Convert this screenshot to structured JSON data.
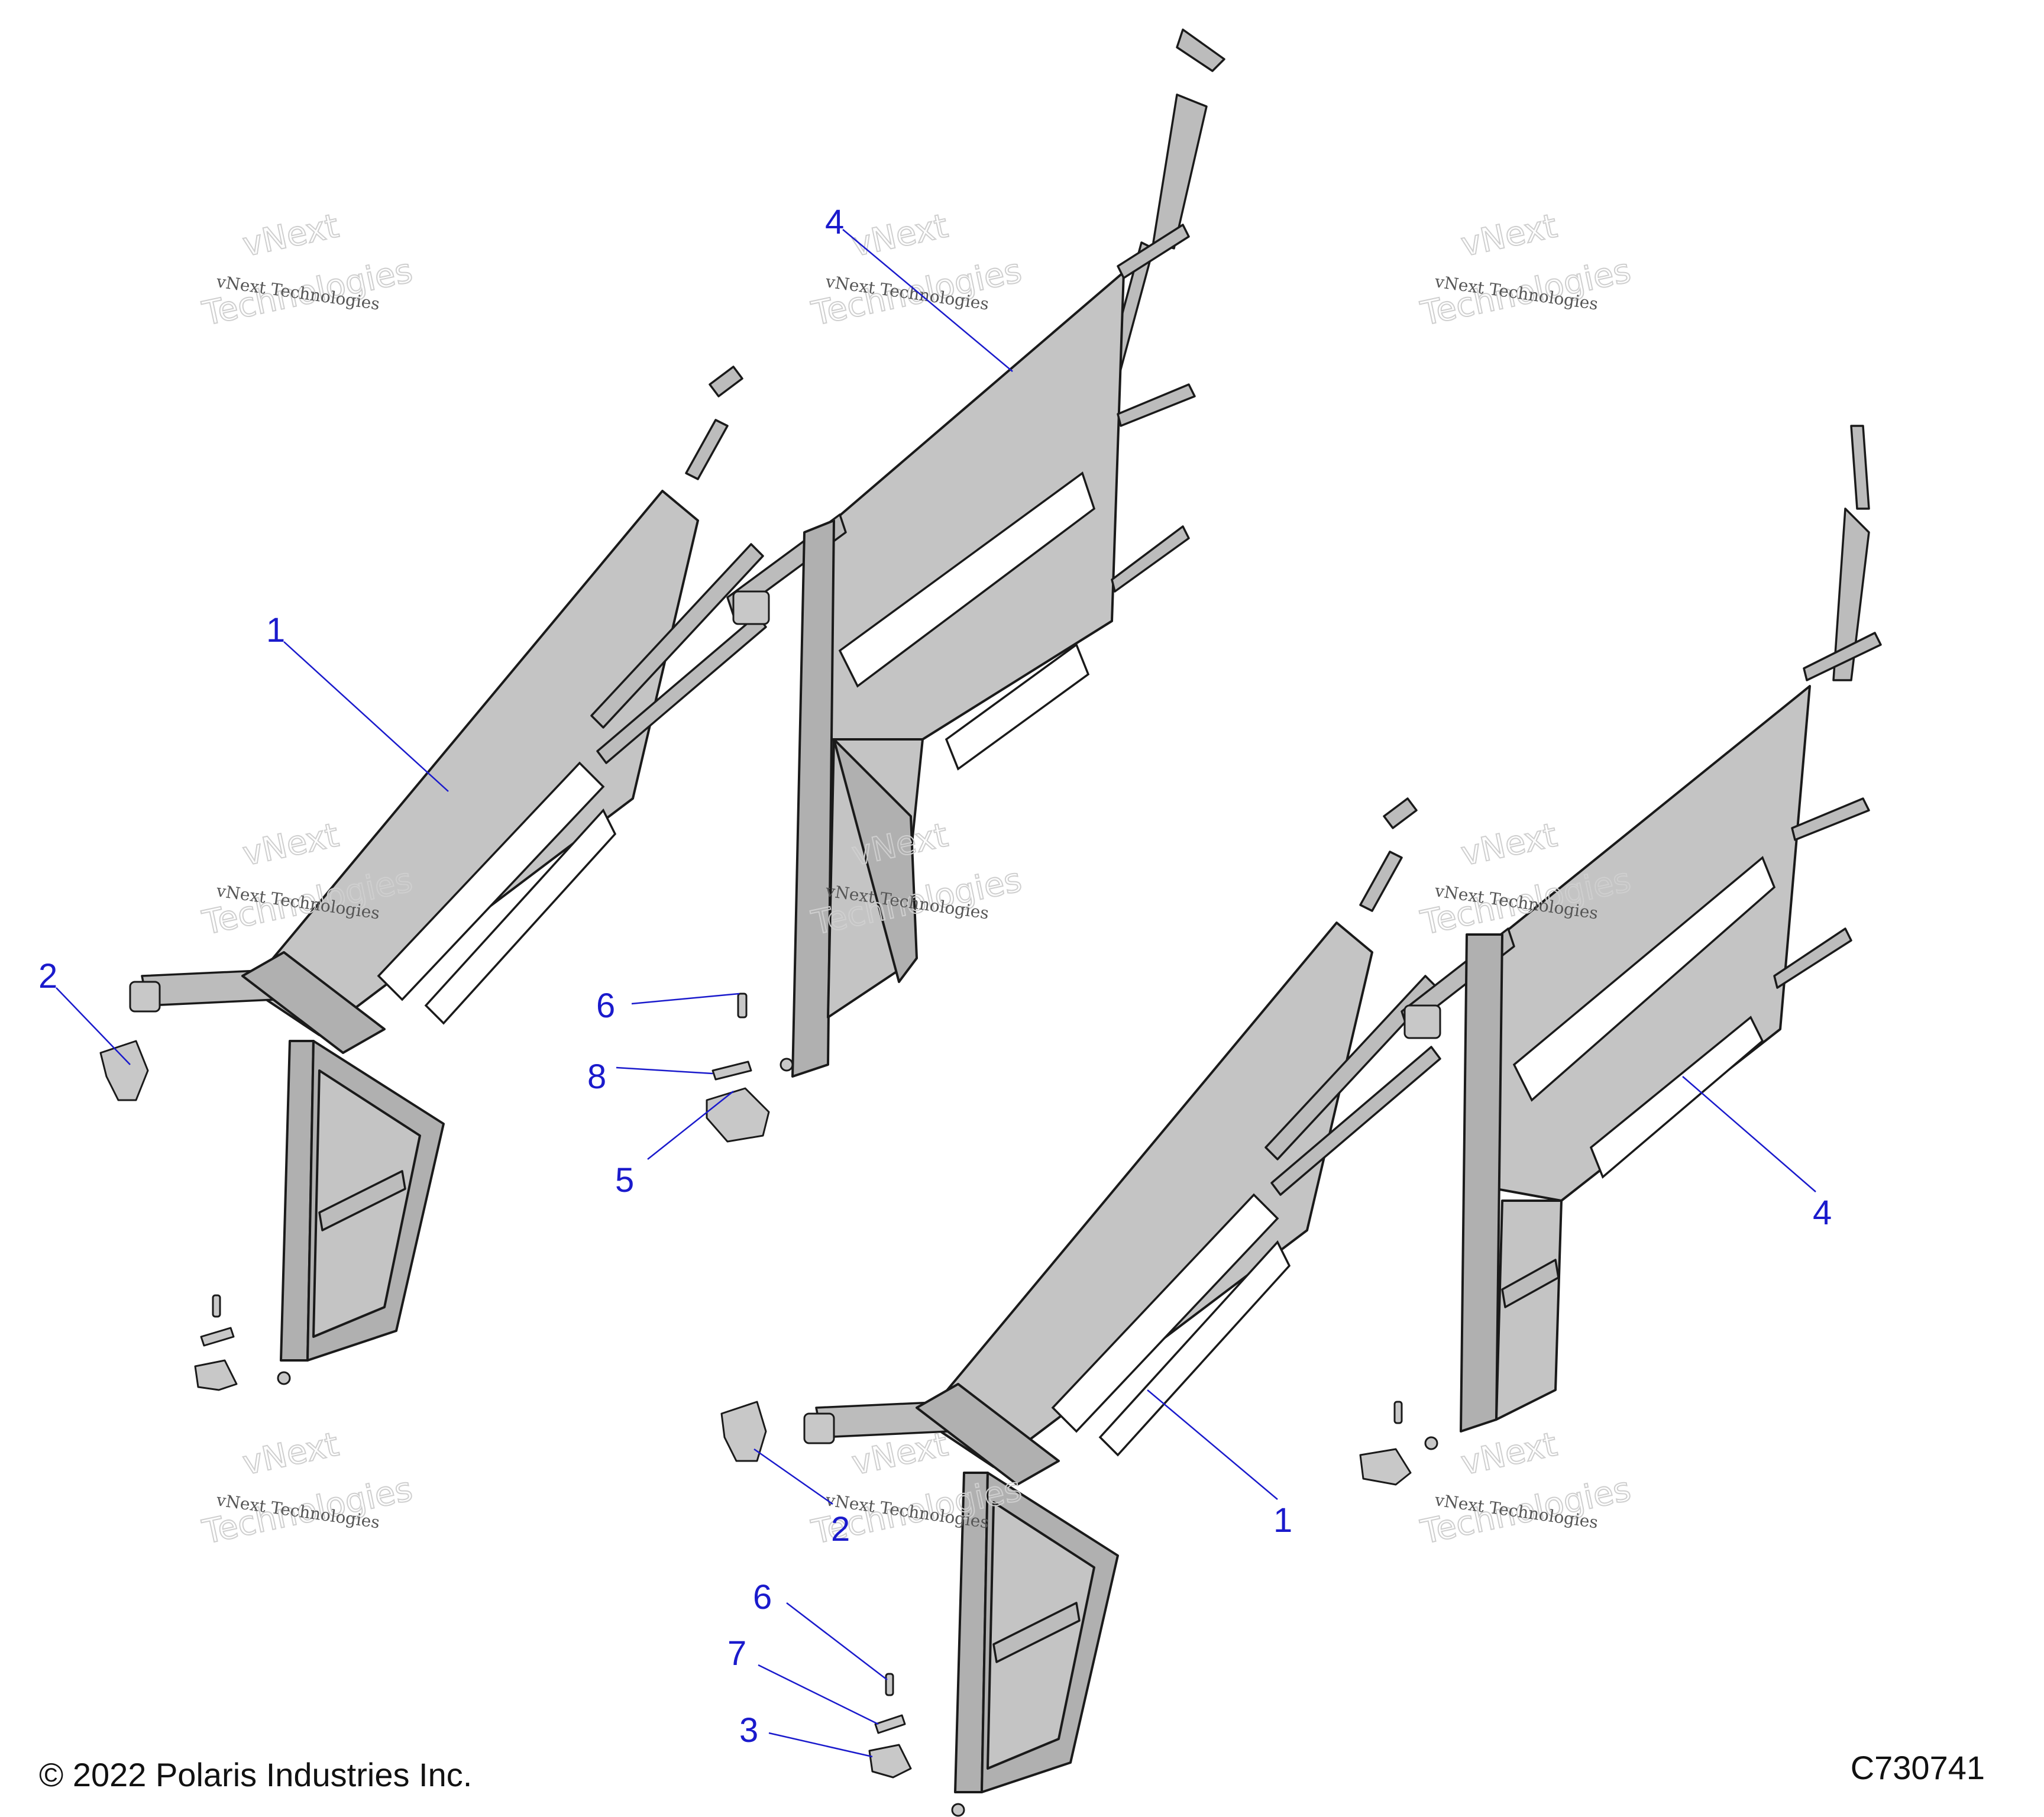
{
  "footer": {
    "copyright": "© 2022 Polaris Industries Inc.",
    "drawing_id": "C730741"
  },
  "watermark": {
    "line1": "vNext Technologies",
    "line2": "vNext",
    "line3": "Technologies"
  },
  "callouts": [
    {
      "id": "c1a",
      "label": "1"
    },
    {
      "id": "c2a",
      "label": "2"
    },
    {
      "id": "c4a",
      "label": "4"
    },
    {
      "id": "c6a",
      "label": "6"
    },
    {
      "id": "c8a",
      "label": "8"
    },
    {
      "id": "c5a",
      "label": "5"
    },
    {
      "id": "c4b",
      "label": "4"
    },
    {
      "id": "c2b",
      "label": "2"
    },
    {
      "id": "c1b",
      "label": "1"
    },
    {
      "id": "c6b",
      "label": "6"
    },
    {
      "id": "c7a",
      "label": "7"
    },
    {
      "id": "c3a",
      "label": "3"
    }
  ]
}
